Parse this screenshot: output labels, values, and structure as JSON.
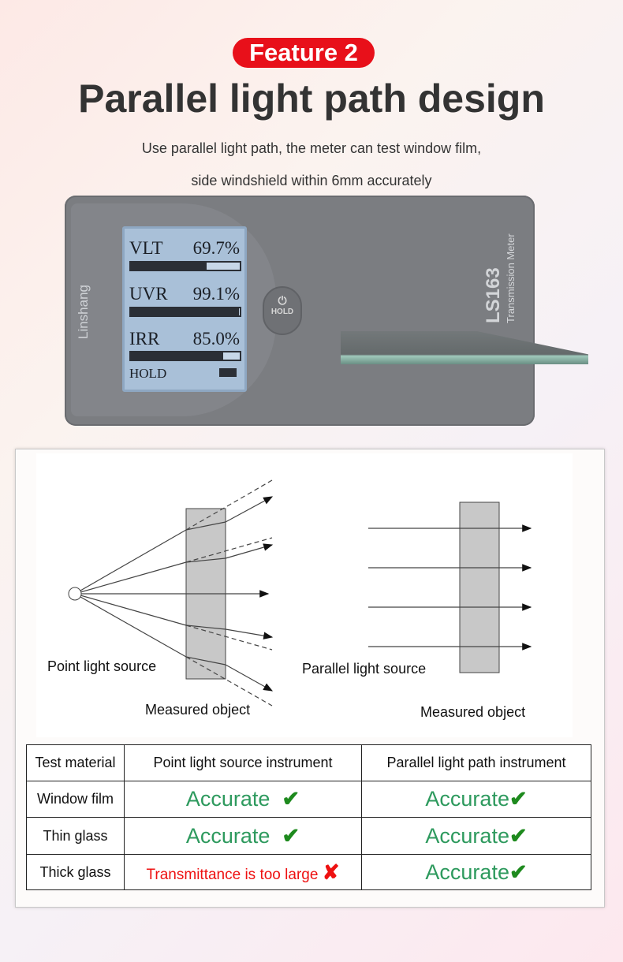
{
  "header": {
    "badge": "Feature 2",
    "title": "Parallel light path design",
    "subtitle_lines": [
      "Use parallel light path, the meter can test window film,",
      "side windshield within 6mm accurately"
    ]
  },
  "device": {
    "brand": "Linshang",
    "model": "LS163",
    "model_sub": "Transmission Meter",
    "hold_button": "HOLD",
    "readings": [
      {
        "label": "VLT",
        "value": "69.7%",
        "fraction": 0.697
      },
      {
        "label": "UVR",
        "value": "99.1%",
        "fraction": 0.991
      },
      {
        "label": "IRR",
        "value": "85.0%",
        "fraction": 0.85
      }
    ],
    "status": "HOLD"
  },
  "diagram": {
    "left_source": "Point light source",
    "left_object": "Measured object",
    "right_source": "Parallel light source",
    "right_object": "Measured object"
  },
  "table": {
    "headers": [
      "Test material",
      "Point light source instrument",
      "Parallel light path instrument"
    ],
    "rows": [
      {
        "material": "Window film",
        "point": "Accurate",
        "point_ok": true,
        "parallel": "Accurate"
      },
      {
        "material": "Thin glass",
        "point": "Accurate",
        "point_ok": true,
        "parallel": "Accurate"
      },
      {
        "material": "Thick glass",
        "point": "Transmittance is too large",
        "point_ok": false,
        "parallel": "Accurate"
      }
    ]
  },
  "icons": {
    "ok": "✔",
    "bad": "✘"
  },
  "colors": {
    "badge": "#e8101a",
    "accurate": "#2e9a5e",
    "check": "#1e8a1e",
    "error": "#ee1111"
  }
}
